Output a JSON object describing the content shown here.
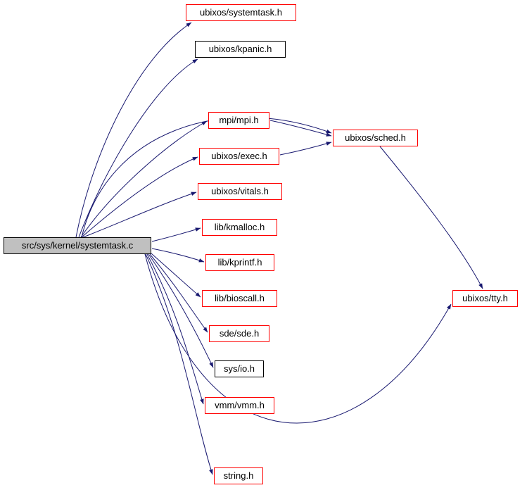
{
  "graph": {
    "main": {
      "label": "src/sys/kernel/systemtask.c",
      "fill": "#c0c0c0",
      "border": "#000000"
    },
    "nodes": [
      {
        "label": "ubixos/systemtask.h",
        "border": "#ff0000"
      },
      {
        "label": "ubixos/kpanic.h",
        "border": "#000000"
      },
      {
        "label": "mpi/mpi.h",
        "border": "#ff0000"
      },
      {
        "label": "ubixos/exec.h",
        "border": "#ff0000"
      },
      {
        "label": "ubixos/vitals.h",
        "border": "#ff0000"
      },
      {
        "label": "lib/kmalloc.h",
        "border": "#ff0000"
      },
      {
        "label": "lib/kprintf.h",
        "border": "#ff0000"
      },
      {
        "label": "lib/bioscall.h",
        "border": "#ff0000"
      },
      {
        "label": "sde/sde.h",
        "border": "#ff0000"
      },
      {
        "label": "sys/io.h",
        "border": "#000000"
      },
      {
        "label": "vmm/vmm.h",
        "border": "#ff0000"
      },
      {
        "label": "string.h",
        "border": "#ff0000"
      },
      {
        "label": "ubixos/sched.h",
        "border": "#ff0000"
      },
      {
        "label": "ubixos/tty.h",
        "border": "#ff0000"
      }
    ],
    "edges": [
      {
        "from": "src/sys/kernel/systemtask.c",
        "to": "ubixos/systemtask.h"
      },
      {
        "from": "src/sys/kernel/systemtask.c",
        "to": "ubixos/kpanic.h"
      },
      {
        "from": "src/sys/kernel/systemtask.c",
        "to": "ubixos/sched.h"
      },
      {
        "from": "src/sys/kernel/systemtask.c",
        "to": "mpi/mpi.h"
      },
      {
        "from": "src/sys/kernel/systemtask.c",
        "to": "ubixos/exec.h"
      },
      {
        "from": "src/sys/kernel/systemtask.c",
        "to": "ubixos/vitals.h"
      },
      {
        "from": "src/sys/kernel/systemtask.c",
        "to": "lib/kmalloc.h"
      },
      {
        "from": "src/sys/kernel/systemtask.c",
        "to": "lib/kprintf.h"
      },
      {
        "from": "src/sys/kernel/systemtask.c",
        "to": "lib/bioscall.h"
      },
      {
        "from": "src/sys/kernel/systemtask.c",
        "to": "sde/sde.h"
      },
      {
        "from": "src/sys/kernel/systemtask.c",
        "to": "sys/io.h"
      },
      {
        "from": "src/sys/kernel/systemtask.c",
        "to": "vmm/vmm.h"
      },
      {
        "from": "src/sys/kernel/systemtask.c",
        "to": "string.h"
      },
      {
        "from": "src/sys/kernel/systemtask.c",
        "to": "ubixos/tty.h"
      },
      {
        "from": "mpi/mpi.h",
        "to": "ubixos/sched.h"
      },
      {
        "from": "ubixos/exec.h",
        "to": "ubixos/sched.h"
      },
      {
        "from": "ubixos/sched.h",
        "to": "ubixos/tty.h"
      }
    ],
    "colors": {
      "edge": "#191970",
      "red_border": "#ff0000",
      "black_border": "#000000",
      "main_fill": "#c0c0c0",
      "background": "#ffffff"
    }
  }
}
